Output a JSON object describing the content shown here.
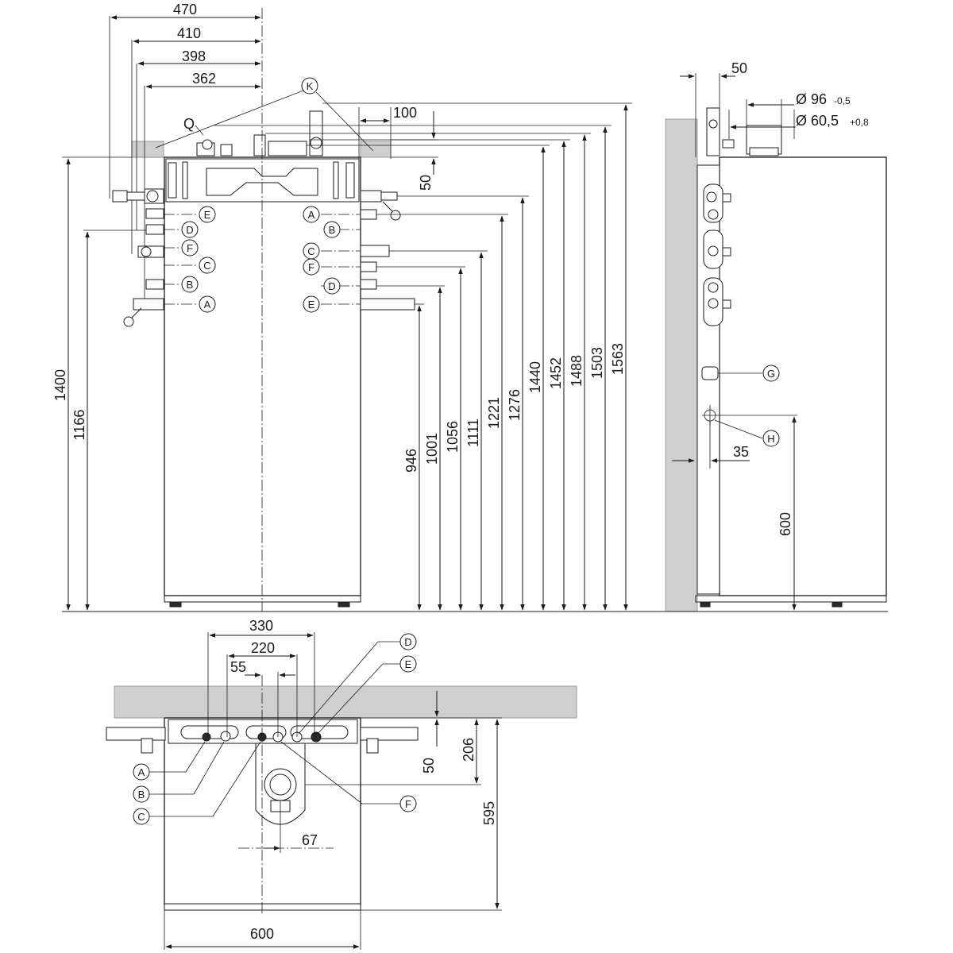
{
  "front_view": {
    "top_dims": {
      "d470": "470",
      "d410": "410",
      "d398": "398",
      "d362": "362",
      "d100": "100",
      "d50": "50"
    },
    "left_heights": {
      "h1400": "1400",
      "h1166": "1166"
    },
    "right_heights": [
      "946",
      "1001",
      "1056",
      "1111",
      "1221",
      "1276",
      "1440",
      "1452",
      "1488",
      "1503",
      "1563"
    ],
    "callouts_top": {
      "k": "K",
      "q": "Q"
    },
    "left_labels": [
      "E",
      "D",
      "F",
      "C",
      "B",
      "A"
    ],
    "right_labels": [
      "A",
      "B",
      "C",
      "F",
      "D",
      "E"
    ]
  },
  "side_view": {
    "d50": "50",
    "dia96": "Ø 96",
    "dia96_tol": "-0,5",
    "dia605": "Ø 60,5",
    "dia605_tol": "+0,8",
    "d35": "35",
    "d600": "600",
    "callout_g": "G",
    "callout_h": "H"
  },
  "top_view": {
    "d330": "330",
    "d220": "220",
    "d55": "55",
    "d67": "67",
    "d600": "600",
    "d50": "50",
    "d206": "206",
    "d595": "595",
    "left_labels": [
      "A",
      "B",
      "C"
    ],
    "right_labels": [
      "D",
      "E",
      "F"
    ]
  },
  "colors": {
    "line": "#1a1a1a",
    "wall": "#cfcfcf",
    "background": "#ffffff"
  }
}
